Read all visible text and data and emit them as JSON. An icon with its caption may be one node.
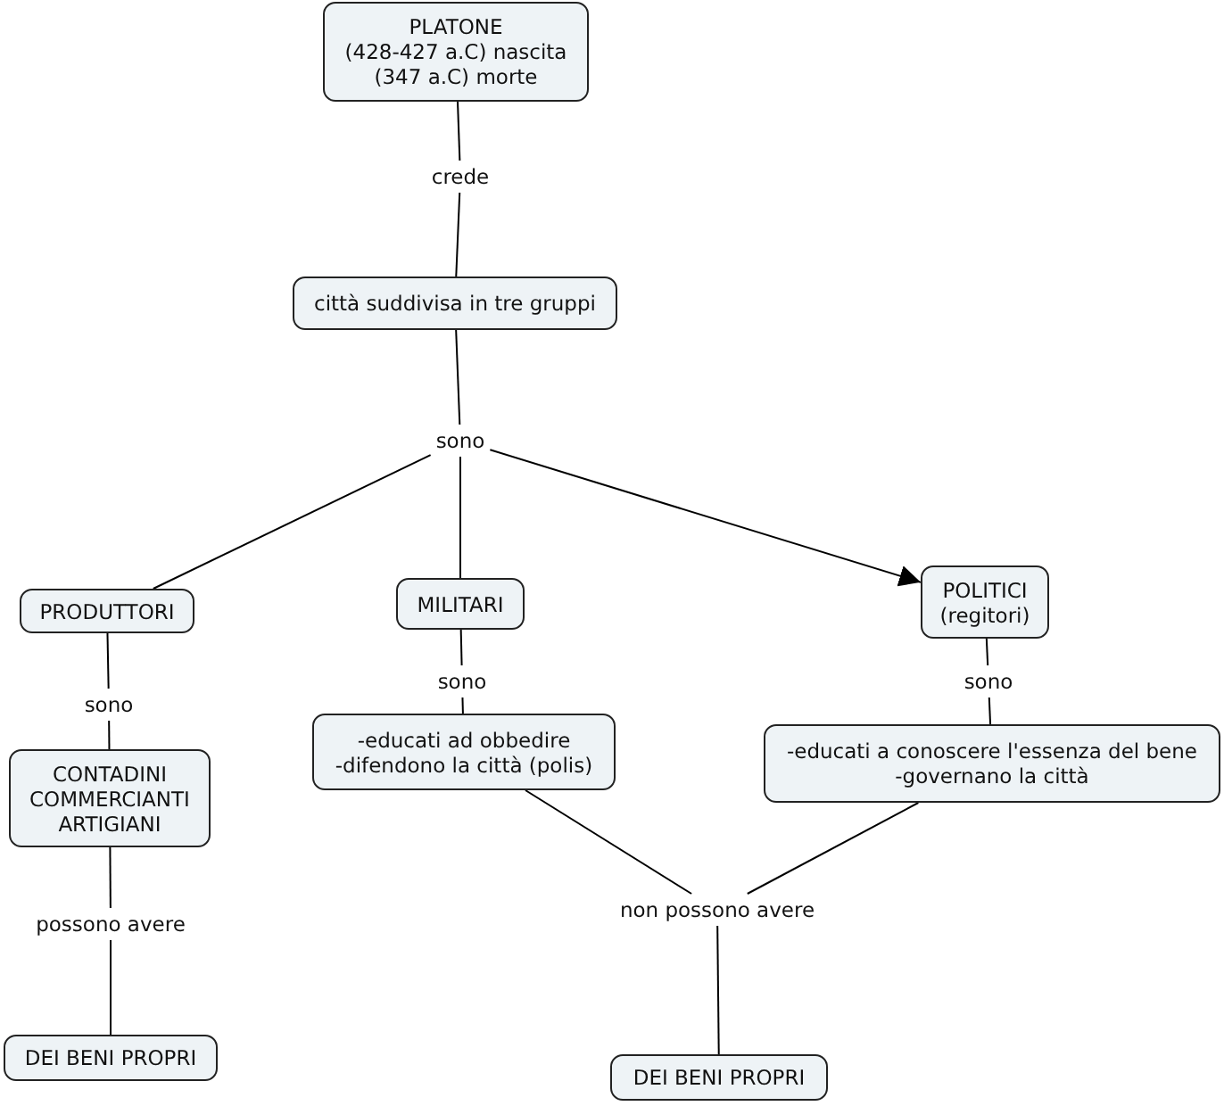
{
  "diagram": {
    "nodes": [
      {
        "text": [
          "PLATONE",
          "(428-427 a.C) nascita",
          "(347 a.C) morte"
        ]
      },
      {
        "text": [
          "crede"
        ]
      },
      {
        "text": [
          "città suddivisa in tre gruppi"
        ]
      },
      {
        "text": [
          "sono"
        ]
      },
      {
        "text": [
          "PRODUTTORI"
        ]
      },
      {
        "text": [
          "MILITARI"
        ]
      },
      {
        "text": [
          "POLITICI",
          "(regitori)"
        ]
      },
      {
        "text": [
          "sono"
        ]
      },
      {
        "text": [
          "sono"
        ]
      },
      {
        "text": [
          "sono"
        ]
      },
      {
        "text": [
          "CONTADINI",
          "COMMERCIANTI",
          "ARTIGIANI"
        ]
      },
      {
        "text": [
          "-educati ad obbedire",
          "-difendono la città (polis)"
        ]
      },
      {
        "text": [
          "-educati a conoscere l'essenza del bene",
          "-governano la città"
        ]
      },
      {
        "text": [
          "possono avere"
        ]
      },
      {
        "text": [
          "non possono avere"
        ]
      },
      {
        "text": [
          "DEI BENI PROPRI"
        ]
      },
      {
        "text": [
          "DEI BENI PROPRI"
        ]
      }
    ],
    "edges": [
      {
        "from": 0,
        "to": 1,
        "arrow": "none"
      },
      {
        "from": 1,
        "to": 2,
        "arrow": "none"
      },
      {
        "from": 2,
        "to": 3,
        "arrow": "none"
      },
      {
        "from": 3,
        "to": 4,
        "arrow": "none"
      },
      {
        "from": 3,
        "to": 5,
        "arrow": "none"
      },
      {
        "from": 3,
        "to": 6,
        "arrow": "to"
      },
      {
        "from": 4,
        "to": 7,
        "arrow": "none"
      },
      {
        "from": 7,
        "to": 10,
        "arrow": "none"
      },
      {
        "from": 5,
        "to": 8,
        "arrow": "none"
      },
      {
        "from": 8,
        "to": 11,
        "arrow": "none"
      },
      {
        "from": 6,
        "to": 9,
        "arrow": "none"
      },
      {
        "from": 9,
        "to": 12,
        "arrow": "none"
      },
      {
        "from": 10,
        "to": 13,
        "arrow": "none"
      },
      {
        "from": 13,
        "to": 15,
        "arrow": "none"
      },
      {
        "from": 11,
        "to": 14,
        "arrow": "none"
      },
      {
        "from": 12,
        "to": 14,
        "arrow": "none"
      },
      {
        "from": 14,
        "to": 16,
        "arrow": "none"
      }
    ]
  }
}
